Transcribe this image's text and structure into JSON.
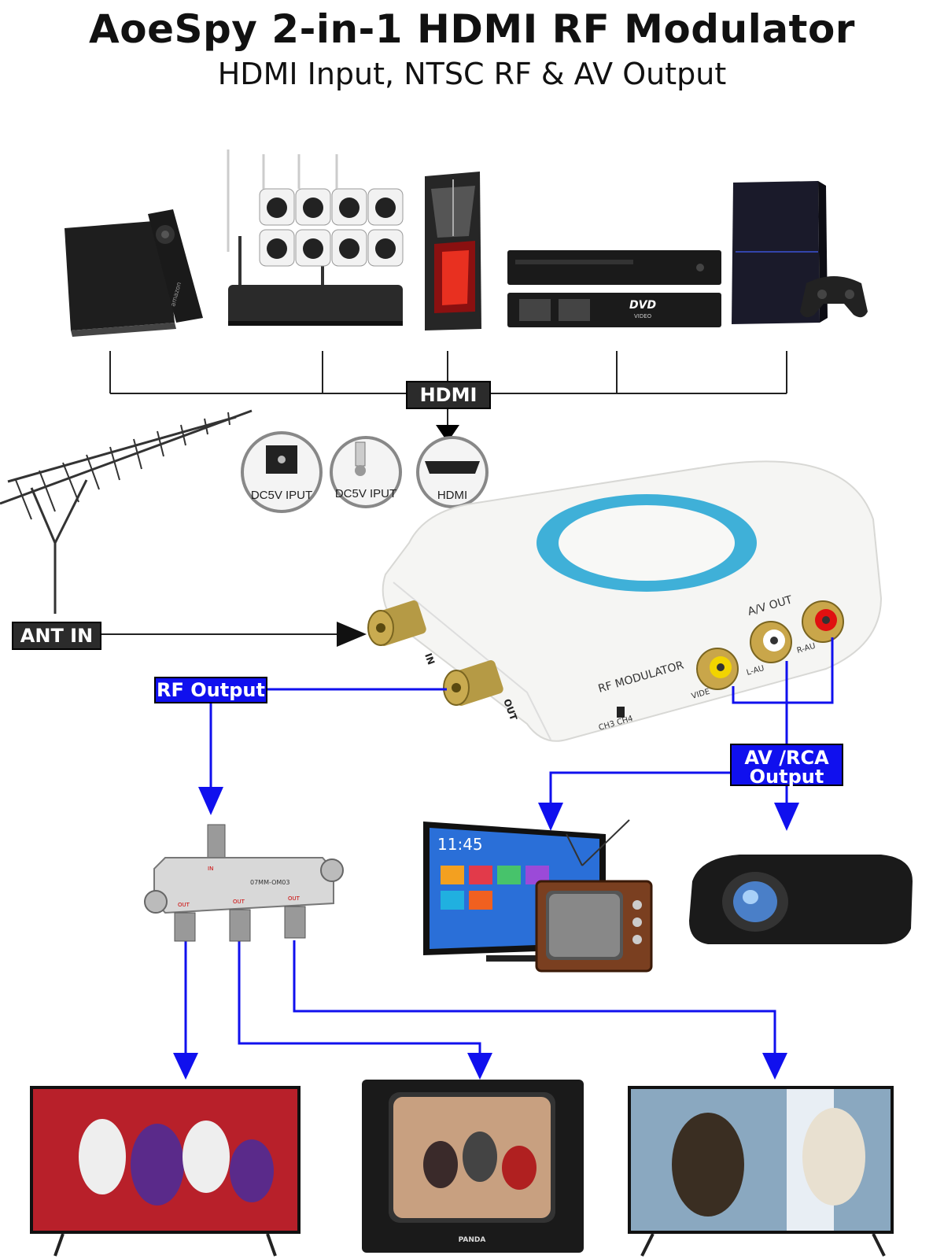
{
  "header": {
    "title": "AoeSpy 2-in-1 HDMI RF Modulator",
    "subtitle": "HDMI Input, NTSC RF & AV  Output"
  },
  "connections": {
    "hdmi_label": "HDMI",
    "ant_in_label": "ANT IN",
    "rf_output_label": "RF Output",
    "av_output_label_line1": "AV /RCA",
    "av_output_label_line2": "Output"
  },
  "ports": {
    "dc_port_1": "DC5V IPUT",
    "dc_port_2": "DC5V IPUT",
    "hdmi_port": "HDMI"
  },
  "device": {
    "name_label": "RF MODULATOR",
    "av_out_label": "A/V OUT",
    "video_label": "VIDE",
    "l_audio_label": "L-AU",
    "r_audio_label": "R-AU",
    "in_label": "IN",
    "out_label": "OUT",
    "channel_switch": "CH3  CH4"
  },
  "appliances": {
    "clock_text": "11:45",
    "dvd_text": "DVD",
    "dvd_sub": "VIDEO",
    "tv_brand": "PANDA",
    "remote_brand": "amazon",
    "splitter_model": "07MM-OM03",
    "splitter_out_1": "OUT",
    "splitter_out_2": "OUT",
    "splitter_out_3": "OUT",
    "splitter_in": "IN"
  },
  "colors": {
    "accent_blue": "#1010ee",
    "dark_tag": "#2b2b2b",
    "ring_blue": "#3fb0d8"
  }
}
